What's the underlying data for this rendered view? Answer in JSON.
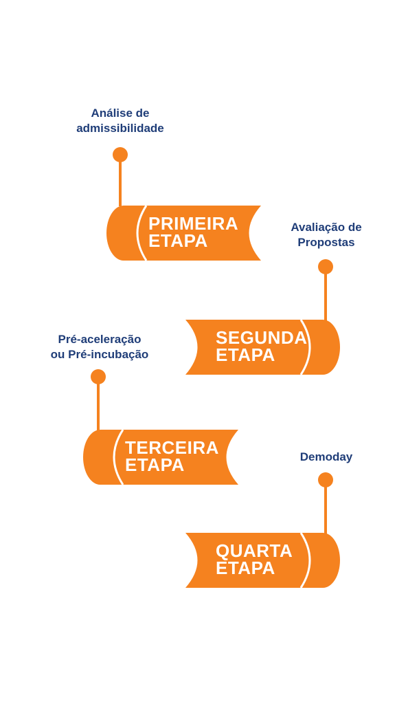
{
  "colors": {
    "accent": "#f5821f",
    "text": "#1f3d78",
    "stage_text": "#ffffff"
  },
  "steps": [
    {
      "label_line1": "Análise de",
      "label_line2": "admissibilidade",
      "stage_line1": "PRIMEIRA",
      "stage_line2": "ETAPA"
    },
    {
      "label_line1": "Avaliação de",
      "label_line2": "Propostas",
      "stage_line1": "SEGUNDA",
      "stage_line2": "ETAPA"
    },
    {
      "label_line1": "Pré-aceleração",
      "label_line2": "ou Pré-incubação",
      "stage_line1": "TERCEIRA",
      "stage_line2": "ETAPA"
    },
    {
      "label_line1": "Demoday",
      "label_line2": "",
      "stage_line1": "QUARTA",
      "stage_line2": "ETAPA"
    }
  ]
}
